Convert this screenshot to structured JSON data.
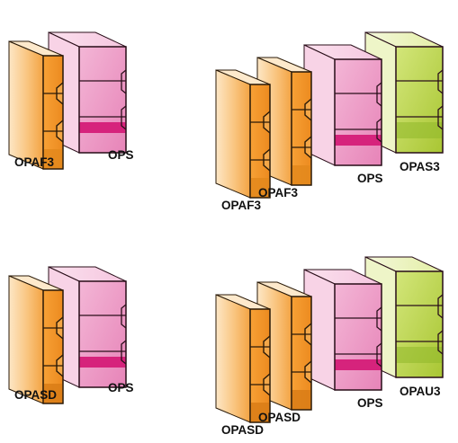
{
  "colors": {
    "orange": "#f5a23c",
    "pink": "#ec8fc0",
    "green": "#b5d143"
  },
  "diagrams": [
    {
      "modules": [
        {
          "type": "opaf3",
          "label": "OPAF3"
        },
        {
          "type": "ops",
          "label": "OPS"
        }
      ]
    },
    {
      "modules": [
        {
          "type": "opaf3",
          "label": "OPAF3"
        },
        {
          "type": "opaf3",
          "label": "OPAF3"
        },
        {
          "type": "ops",
          "label": "OPS"
        },
        {
          "type": "opas3",
          "label": "OPAS3"
        }
      ]
    },
    {
      "modules": [
        {
          "type": "opasd",
          "label": "OPASD"
        },
        {
          "type": "ops",
          "label": "OPS"
        }
      ]
    },
    {
      "modules": [
        {
          "type": "opasd",
          "label": "OPASD"
        },
        {
          "type": "opasd",
          "label": "OPASD"
        },
        {
          "type": "ops",
          "label": "OPS"
        },
        {
          "type": "opau3",
          "label": "OPAU3"
        }
      ]
    }
  ]
}
